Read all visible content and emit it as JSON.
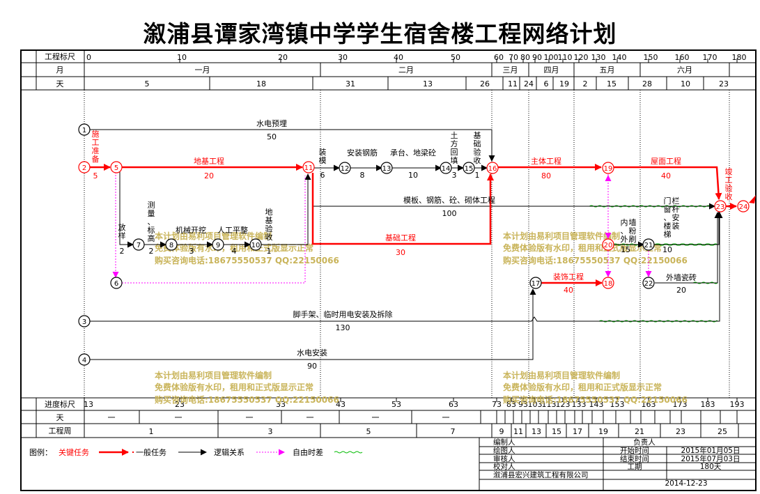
{
  "title": "溆浦县谭家湾镇中学学生宿舍楼工程网络计划",
  "header_rows": {
    "scale_label": "工程标尺",
    "month_label": "月",
    "day_label": "天",
    "progress_label": "进度标尺",
    "day2_label": "天",
    "week_label": "工程周"
  },
  "top_scale": [
    "0",
    "10",
    "20",
    "30",
    "40",
    "50",
    "60",
    "70",
    "80",
    "90",
    "100",
    "110",
    "120",
    "130",
    "140",
    "150",
    "160",
    "170",
    "180"
  ],
  "months": [
    "一月",
    "二月",
    "三月",
    "四月",
    "五月",
    "六月"
  ],
  "top_days": [
    "5",
    "18",
    "31",
    "13",
    "26",
    "11",
    "24",
    "6",
    "19",
    "2",
    "15",
    "28",
    "10",
    "23"
  ],
  "bottom_scale": [
    "13",
    "23",
    "33",
    "43",
    "53",
    "63",
    "73",
    "83",
    "93",
    "103",
    "113",
    "123",
    "133",
    "143",
    "153",
    "163",
    "173",
    "183",
    "193"
  ],
  "bottom_day_mark": "一",
  "weeks": [
    "1",
    "3",
    "5",
    "7",
    "9",
    "11",
    "13",
    "15",
    "17",
    "19",
    "21",
    "23",
    "25"
  ],
  "nodes": [
    "1",
    "2",
    "3",
    "4",
    "5",
    "6",
    "7",
    "8",
    "9",
    "10",
    "11",
    "12",
    "13",
    "14",
    "15",
    "16",
    "17",
    "18",
    "19",
    "20",
    "21",
    "22",
    "23",
    "24"
  ],
  "tasks": {
    "water_pre": {
      "name": "水电预埋",
      "dur": "50"
    },
    "prep": {
      "name": "施工准备",
      "dur": "5"
    },
    "foundation": {
      "name": "地基工程",
      "dur": "20"
    },
    "formwork": {
      "name": "装模",
      "dur": "6"
    },
    "rebar": {
      "name": "安装钢筋",
      "dur": "8"
    },
    "cap": {
      "name": "承台、地梁砼",
      "dur": "10"
    },
    "backfill": {
      "name": "土方回填",
      "dur": "3"
    },
    "accept": {
      "name": "基础验收",
      "dur": "1"
    },
    "main": {
      "name": "主体工程",
      "dur": "80"
    },
    "roof": {
      "name": "屋面工程",
      "dur": "40"
    },
    "complete": {
      "name": "竣工验收",
      "dur": ""
    },
    "masonry": {
      "name": "模板、钢筋、砼、砌体工程",
      "dur": "100"
    },
    "layout": {
      "name": "放样",
      "dur": "2"
    },
    "survey": {
      "name": "测量、标高",
      "dur": "2"
    },
    "excavate": {
      "name": "机械开挖",
      "dur": "3"
    },
    "level": {
      "name": "人工平整",
      "dur": "4"
    },
    "found_acc": {
      "name": "地基验收",
      "dur": "1"
    },
    "found_eng": {
      "name": "基础工程",
      "dur": "30"
    },
    "plaster": {
      "name": "内、外墙粉刷",
      "dur": "15"
    },
    "doors": {
      "name": "门窗、楼梯栏杆安装",
      "dur": "10"
    },
    "decor": {
      "name": "装饰工程",
      "dur": "40"
    },
    "tile": {
      "name": "外墙瓷砖",
      "dur": "20"
    },
    "scaffold": {
      "name": "脚手架、临时用电安装及拆除",
      "dur": "130"
    },
    "water_inst": {
      "name": "水电安装",
      "dur": "90"
    }
  },
  "watermark": [
    "本计划由易利项目管理软件编制",
    "免费体验版有水印，租用和正式版显示正常",
    "购买咨询电话:18675550537 QQ:22150066"
  ],
  "legend": {
    "label": "图例：",
    "critical": "关键任务",
    "normal": "一般任务",
    "logic": "逻辑关系",
    "float": "自由时差"
  },
  "info": {
    "editor": "编制人",
    "drafter": "绘图人",
    "reviewer": "审核人",
    "checker": "校对人",
    "company": "溆浦县宏兴建筑工程有限公司",
    "manager": "负责人",
    "start_label": "开始时间",
    "start_value": "2015年01月05日",
    "end_label": "结束时间",
    "end_value": "2015年07月03日",
    "period_label": "工期",
    "period_value": "180天",
    "date": "2014-12-23"
  },
  "colors": {
    "critical": "#ff0000",
    "normal": "#000000",
    "float": "#ff00ff",
    "freetime": "#00bb00",
    "watermark": "#c9b45a"
  }
}
